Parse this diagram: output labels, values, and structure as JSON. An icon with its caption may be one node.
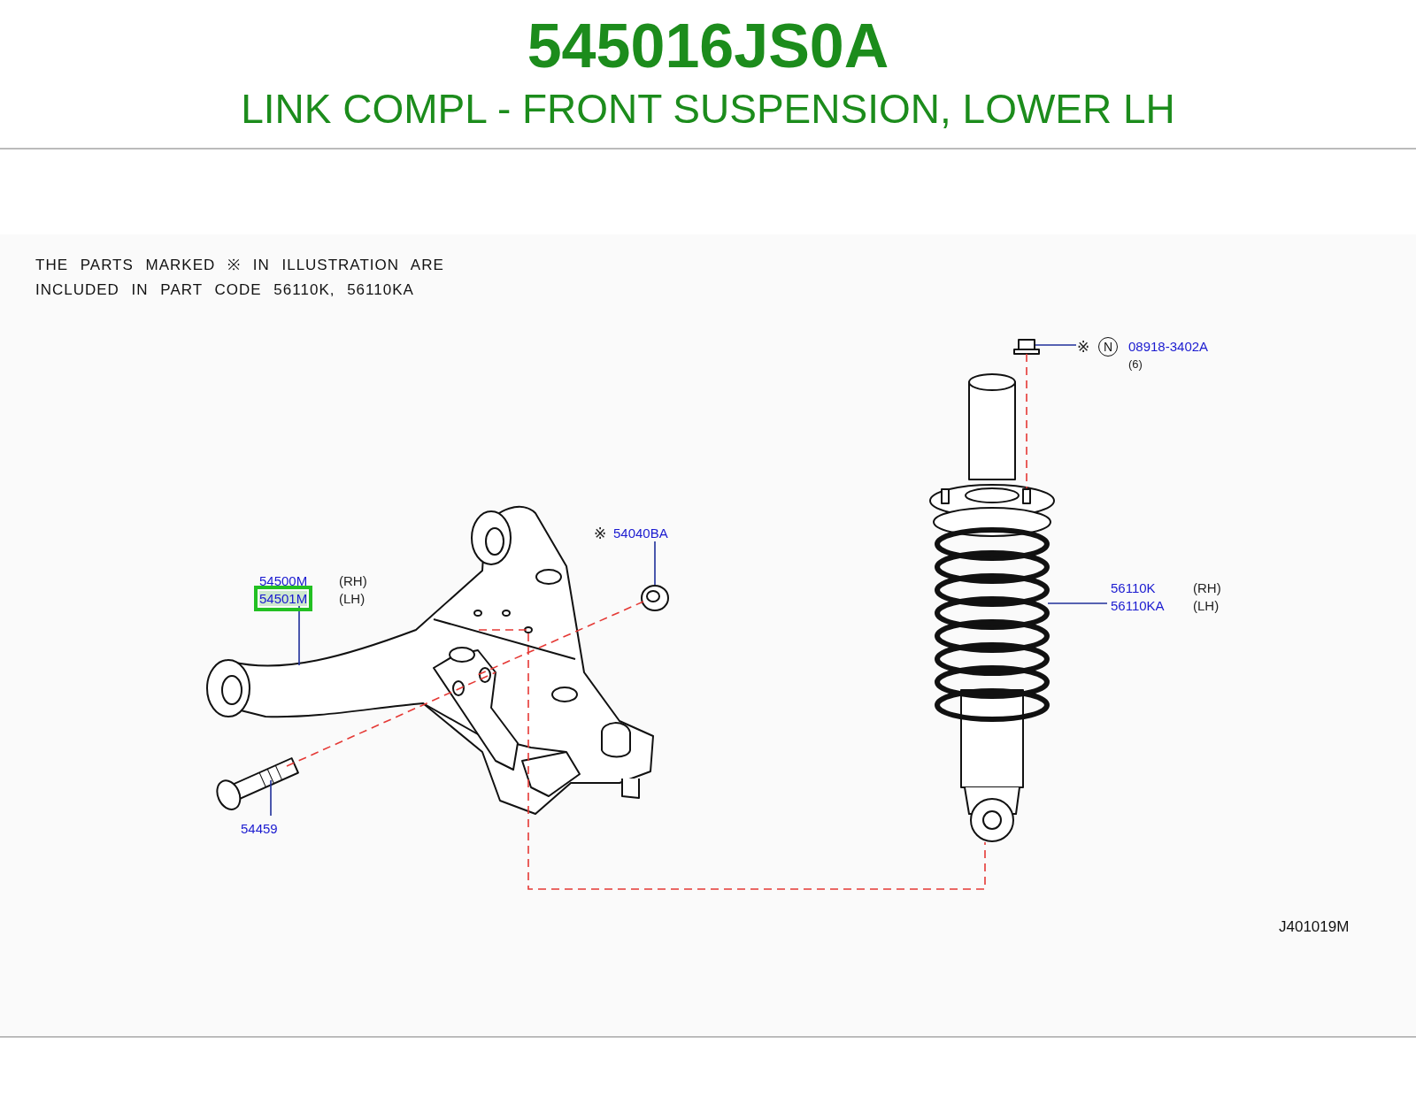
{
  "diagram": {
    "title": "545016JS0A",
    "nodes": [
      {
        "text": [
          "54500M",
          "54501M"
        ],
        "beside": [
          "(RH)",
          "(LH)"
        ]
      },
      {
        "text": [],
        "shape": "picture"
      },
      {
        "text": [
          "54040BA"
        ],
        "beside": [
          "※"
        ]
      },
      {
        "text": [],
        "shape": "picture"
      },
      {
        "text": [
          "54459"
        ]
      },
      {
        "text": [],
        "shape": "picture"
      },
      {
        "text": [
          "56110K",
          "56110KA"
        ],
        "beside": [
          "(RH)",
          "(LH)"
        ]
      },
      {
        "text": [],
        "shape": "picture"
      },
      {
        "text": [
          "N",
          "08918-3402A"
        ],
        "beside": [
          "※",
          "(6)"
        ]
      },
      {
        "text": [],
        "shape": "picture"
      }
    ],
    "edges": [
      {
        "from": 0,
        "to": 1,
        "arrow": "none"
      },
      {
        "from": 2,
        "to": 3,
        "arrow": "none"
      },
      {
        "from": 4,
        "to": 5,
        "arrow": "none"
      },
      {
        "from": 6,
        "to": 7,
        "arrow": "none"
      },
      {
        "from": 8,
        "to": 9,
        "arrow": "none"
      },
      {
        "from": 5,
        "to": 1,
        "arrow": "none",
        "style": "dashed",
        "color": "#e53935"
      },
      {
        "from": 3,
        "to": 1,
        "arrow": "none",
        "style": "dashed",
        "color": "#e53935"
      },
      {
        "from": 9,
        "to": 7,
        "arrow": "none",
        "style": "dashed",
        "color": "#e53935"
      },
      {
        "from": 1,
        "to": 7,
        "arrow": "none",
        "style": "dashed",
        "color": "#e53935"
      }
    ],
    "labels": [
      "LINK COMPL - FRONT SUSPENSION, LOWER LH",
      "THE PARTS MARKED ※ IN ILLUSTRATION ARE INCLUDED IN PART CODE 56110K, 56110KA",
      "J401019M"
    ]
  }
}
